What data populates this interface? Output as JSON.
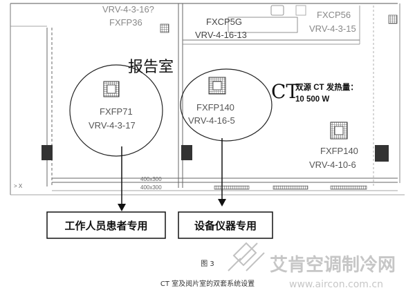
{
  "drawing": {
    "top_labels": [
      {
        "id": "top-left-vrv",
        "text": "VRV-4-3-16?"
      },
      {
        "id": "top-left-fxfp",
        "text": "FXFP36"
      },
      {
        "id": "top-mid-fxcp",
        "text": "FXCP5G"
      },
      {
        "id": "top-mid-vrv",
        "text": "VRV-4-16-13"
      },
      {
        "id": "top-right-fxcp",
        "text": "FXCP56"
      },
      {
        "id": "top-right-vrv",
        "text": "VRV-4-3-15"
      }
    ],
    "rooms": [
      {
        "id": "report-room",
        "name": "报告室"
      },
      {
        "id": "ct-room",
        "name": "CT"
      }
    ],
    "ct_note": {
      "line1": "双源 CT 发热量：",
      "line2": "10 500 W"
    },
    "units": [
      {
        "id": "unit-left",
        "model": "FXFP71",
        "system": "VRV-4-3-17"
      },
      {
        "id": "unit-mid",
        "model": "FXFP140",
        "system": "VRV-4-16-5"
      },
      {
        "id": "unit-right",
        "model": "FXFP140",
        "system": "VRV-4-10-6"
      }
    ],
    "duct_labels": [
      "400x300",
      "400x300"
    ],
    "boxes": [
      {
        "id": "staff-patient",
        "label": "工作人员患者专用"
      },
      {
        "id": "equipment",
        "label": "设备仪器专用"
      }
    ]
  },
  "figure": {
    "number": "图 3",
    "caption": "CT 室及阅片室的双套系统设置"
  },
  "watermark": {
    "brand": "艾肯空调制冷网",
    "url": "www.aircon.com.cn"
  }
}
